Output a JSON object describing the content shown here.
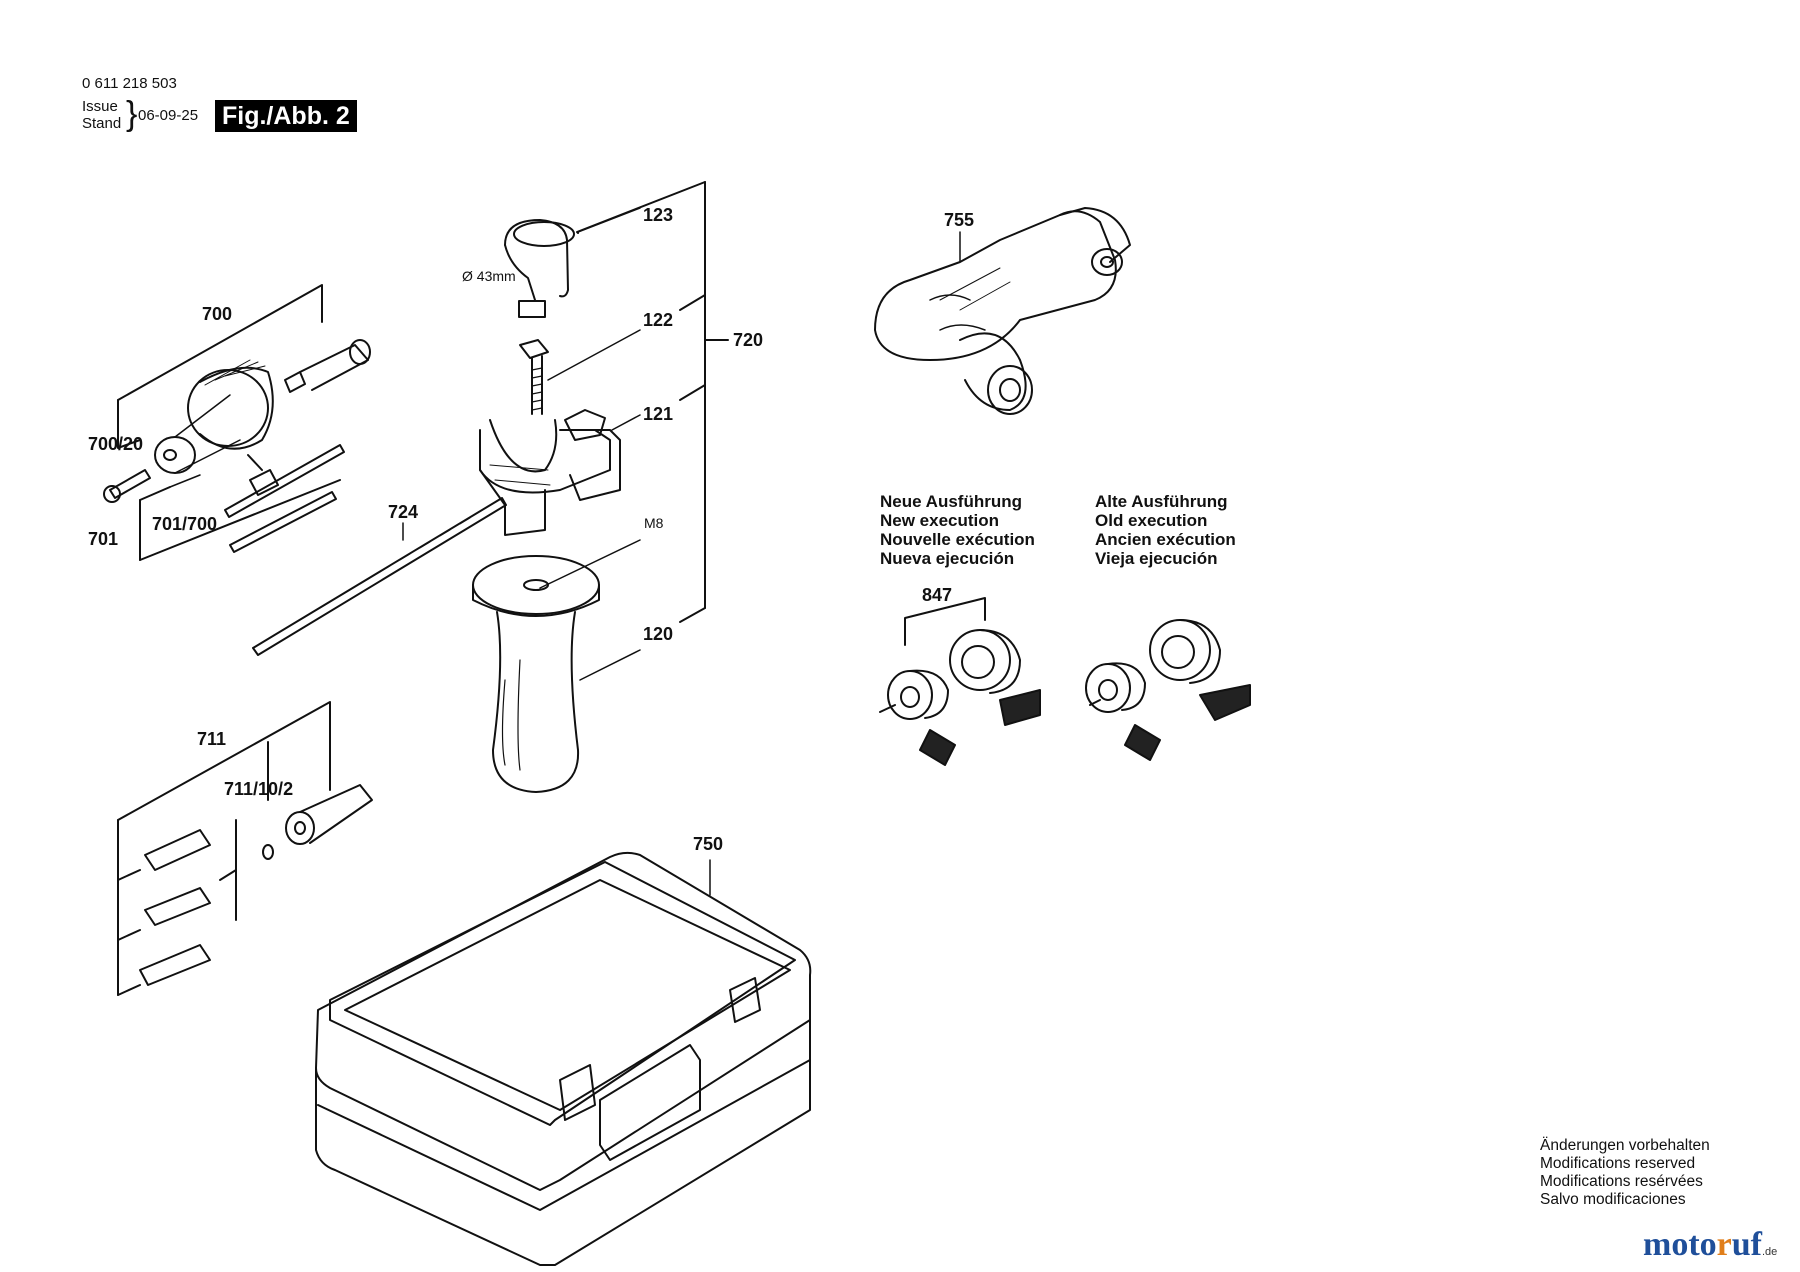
{
  "header": {
    "part_number": "0 611 218 503",
    "issue_label": "Issue",
    "stand_label": "Stand",
    "date": "06-09-25",
    "figure_label": "Fig./Abb. 2"
  },
  "callouts": {
    "c123": "123",
    "c122": "122",
    "c121": "121",
    "c720": "720",
    "c724": "724",
    "c120": "120",
    "m8": "M8",
    "diameter": "Ø 43mm",
    "c755": "755",
    "c700": "700",
    "c700_20": "700/20",
    "c701": "701",
    "c701_700": "701/700",
    "c711": "711",
    "c711_10_2": "711/10/2",
    "c750": "750",
    "c847": "847"
  },
  "variants": {
    "new": [
      "Neue Ausführung",
      "New execution",
      "Nouvelle exécution",
      "Nueva ejecución"
    ],
    "old": [
      "Alte Ausführung",
      "Old execution",
      "Ancien exécution",
      "Vieja ejecución"
    ]
  },
  "note": [
    "Änderungen vorbehalten",
    "Modifications reserved",
    "Modifications resérvées",
    "Salvo modificaciones"
  ],
  "logo": {
    "part1": "moto",
    "part2": "r",
    "part3": "uf",
    "tld": ".de"
  }
}
